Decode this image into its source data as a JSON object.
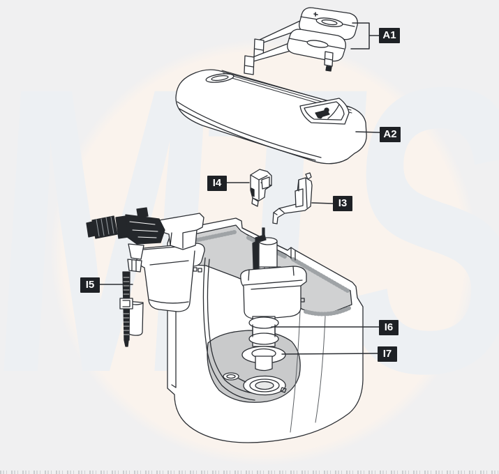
{
  "canvas": {
    "background": "#f0f0f1",
    "spotlight_color": "#faf3ed",
    "line_color": "#2b2e33",
    "interior_shade": "#d0d1d2"
  },
  "watermark": {
    "text": "MTS"
  },
  "labels": {
    "bg": "#1e2125",
    "fg": "#ffffff",
    "items": [
      {
        "id": "A1",
        "text": "A1"
      },
      {
        "id": "A2",
        "text": "A2"
      },
      {
        "id": "I4",
        "text": "I4"
      },
      {
        "id": "I3",
        "text": "I3"
      },
      {
        "id": "I5",
        "text": "I5"
      },
      {
        "id": "I6",
        "text": "I6"
      },
      {
        "id": "I7",
        "text": "I7"
      }
    ]
  }
}
